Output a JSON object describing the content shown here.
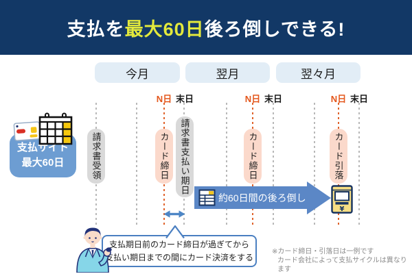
{
  "header": {
    "title_prefix": "支払を",
    "title_highlight": "最大60日",
    "title_suffix": "後ろ倒しできる!"
  },
  "months": [
    {
      "label": "今月"
    },
    {
      "label": "翌月"
    },
    {
      "label": "翌々月"
    }
  ],
  "timeline": {
    "n_day_label": "N日",
    "last_day_label": "末日"
  },
  "events": {
    "invoice_receipt": "請求書受領",
    "card_closing_month1": "カード締日",
    "invoice_payment_due": "請求書支払い期日",
    "card_closing_month2": "カード締日",
    "card_debit": "カード引落"
  },
  "payment_site_badge": {
    "line1": "支払サイト",
    "line2": "最大60日"
  },
  "deferral_arrow": {
    "label": "約60日間の後ろ倒し"
  },
  "speech_bubble": {
    "line1": "支払期日前のカード締日が過ぎてから",
    "line2": "支払い期日までの間にカード決済をする"
  },
  "footnote": {
    "line1": "※カード締日・引落日は一例です",
    "line2": "カード会社によって支払サイクルは異なります"
  },
  "icons": {
    "credit_card": "credit-card-icon",
    "calendar": "calendar-icon",
    "calendar_doc": "calendar-doc-icon",
    "atm": "atm-icon",
    "double_arrow": "double-arrow-icon",
    "person": "businessperson-illustration"
  },
  "colors": {
    "header_bg": "#123866",
    "title_highlight": "#e3e93c",
    "month_box_bg": "#e2edf6",
    "gray_pill": "#d9d9d9",
    "pink_pill": "#fbd9cb",
    "orange_line": "#e0622a",
    "gray_line": "#b8b8b8",
    "n_day_text": "#e4571c",
    "payment_site_bg": "#6d9dd2",
    "arrow_blue": "#5b87c6",
    "bubble_border": "#4a7fc1",
    "atm_yellow": "#f5dd84",
    "footnote_gray": "#8a8a8a"
  }
}
